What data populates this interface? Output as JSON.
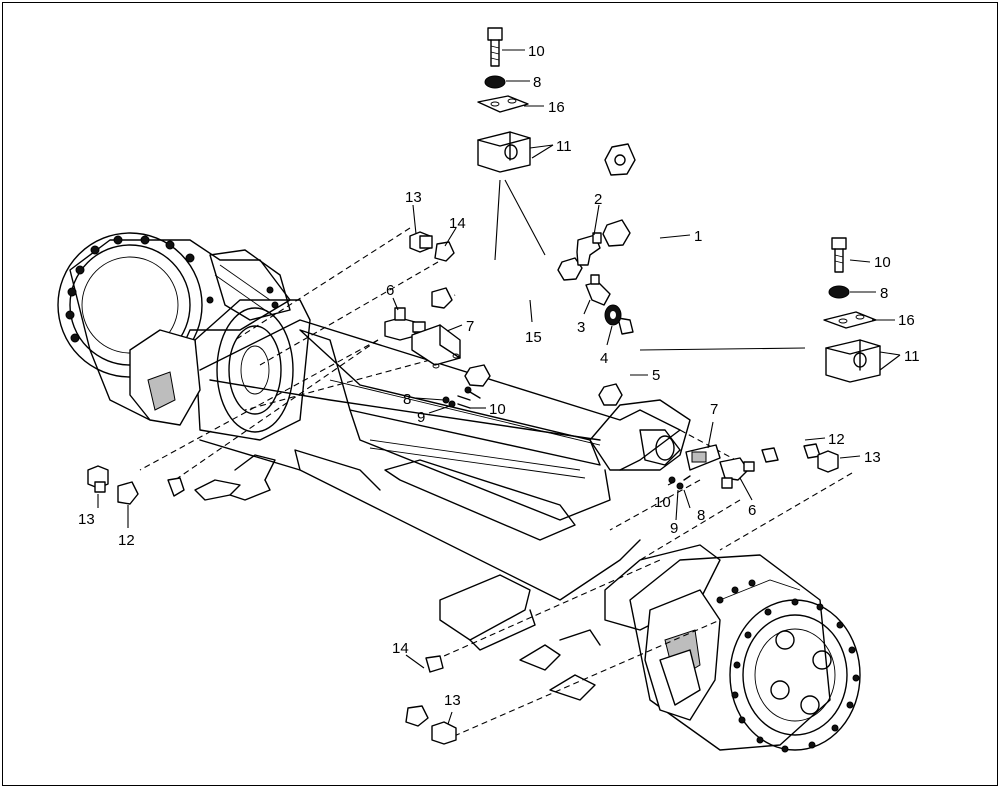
{
  "callouts": [
    {
      "id": "c-10-top",
      "text": "10"
    },
    {
      "id": "c-8-top",
      "text": "8"
    },
    {
      "id": "c-16-top",
      "text": "16"
    },
    {
      "id": "c-11-top",
      "text": "11"
    },
    {
      "id": "c-2",
      "text": "2"
    },
    {
      "id": "c-1",
      "text": "1"
    },
    {
      "id": "c-10-right",
      "text": "10"
    },
    {
      "id": "c-8-right",
      "text": "8"
    },
    {
      "id": "c-16-right",
      "text": "16"
    },
    {
      "id": "c-11-right",
      "text": "11"
    },
    {
      "id": "c-13-upper",
      "text": "13"
    },
    {
      "id": "c-14-upper",
      "text": "14"
    },
    {
      "id": "c-6-left",
      "text": "6"
    },
    {
      "id": "c-7-left",
      "text": "7"
    },
    {
      "id": "c-15",
      "text": "15"
    },
    {
      "id": "c-3",
      "text": "3"
    },
    {
      "id": "c-4",
      "text": "4"
    },
    {
      "id": "c-5",
      "text": "5"
    },
    {
      "id": "c-8-mid",
      "text": "8"
    },
    {
      "id": "c-9-mid",
      "text": "9"
    },
    {
      "id": "c-10-mid",
      "text": "10"
    },
    {
      "id": "c-7-right",
      "text": "7"
    },
    {
      "id": "c-12-right",
      "text": "12"
    },
    {
      "id": "c-13-right",
      "text": "13"
    },
    {
      "id": "c-10-low",
      "text": "10"
    },
    {
      "id": "c-8-low",
      "text": "8"
    },
    {
      "id": "c-9-low",
      "text": "9"
    },
    {
      "id": "c-6-right",
      "text": "6"
    },
    {
      "id": "c-13-left",
      "text": "13"
    },
    {
      "id": "c-12-left",
      "text": "12"
    },
    {
      "id": "c-14-lower",
      "text": "14"
    },
    {
      "id": "c-13-lower",
      "text": "13"
    }
  ]
}
